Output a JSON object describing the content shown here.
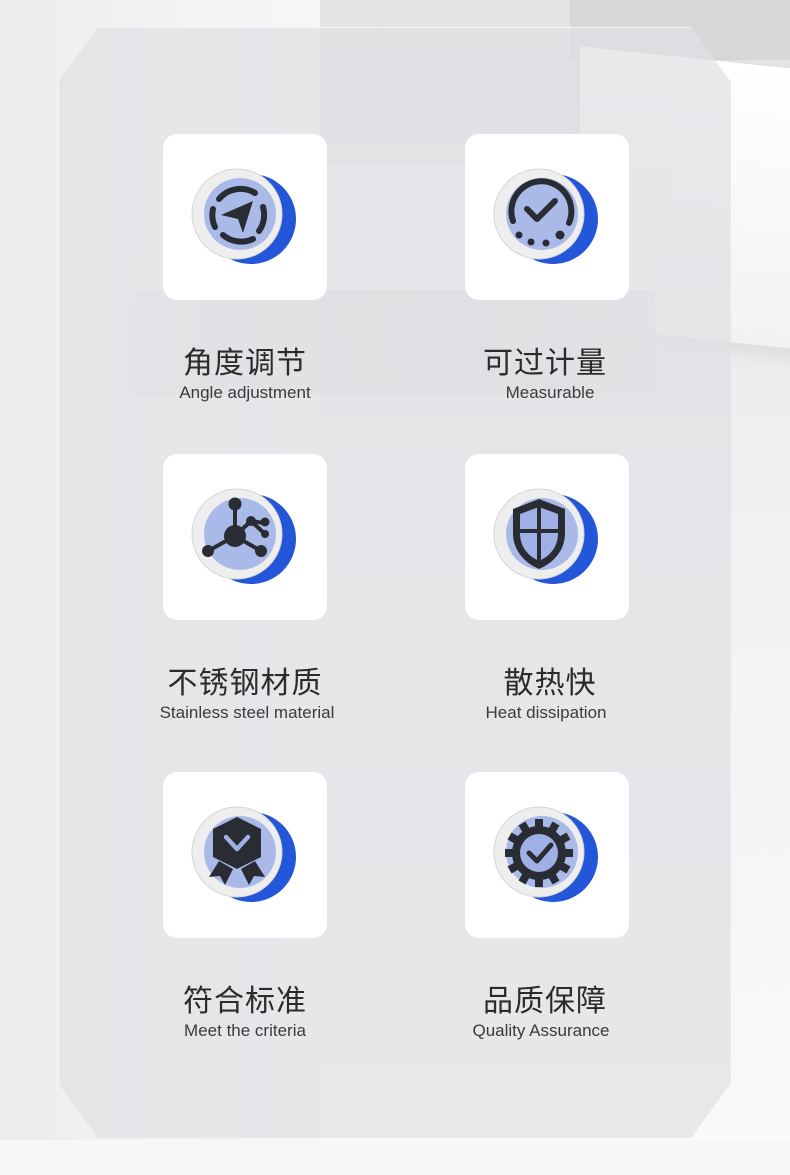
{
  "features": [
    {
      "cn": "角度调节",
      "en": "Angle adjustment",
      "icon": "navigation-compass-icon"
    },
    {
      "cn": "可过计量",
      "en": "Measurable",
      "icon": "gauge-check-icon"
    },
    {
      "cn": "不锈钢材质",
      "en": "Stainless steel material",
      "icon": "molecule-network-icon"
    },
    {
      "cn": "散热快",
      "en": "Heat dissipation",
      "icon": "shield-icon"
    },
    {
      "cn": "符合标准",
      "en": "Meet the criteria",
      "icon": "award-badge-icon"
    },
    {
      "cn": "品质保障",
      "en": "Quality Assurance",
      "icon": "gear-check-icon"
    }
  ],
  "colors": {
    "accent_blue": "#2356d9",
    "overlay_blue": "#9eb0e6",
    "icon_dark": "#2a2c33"
  }
}
